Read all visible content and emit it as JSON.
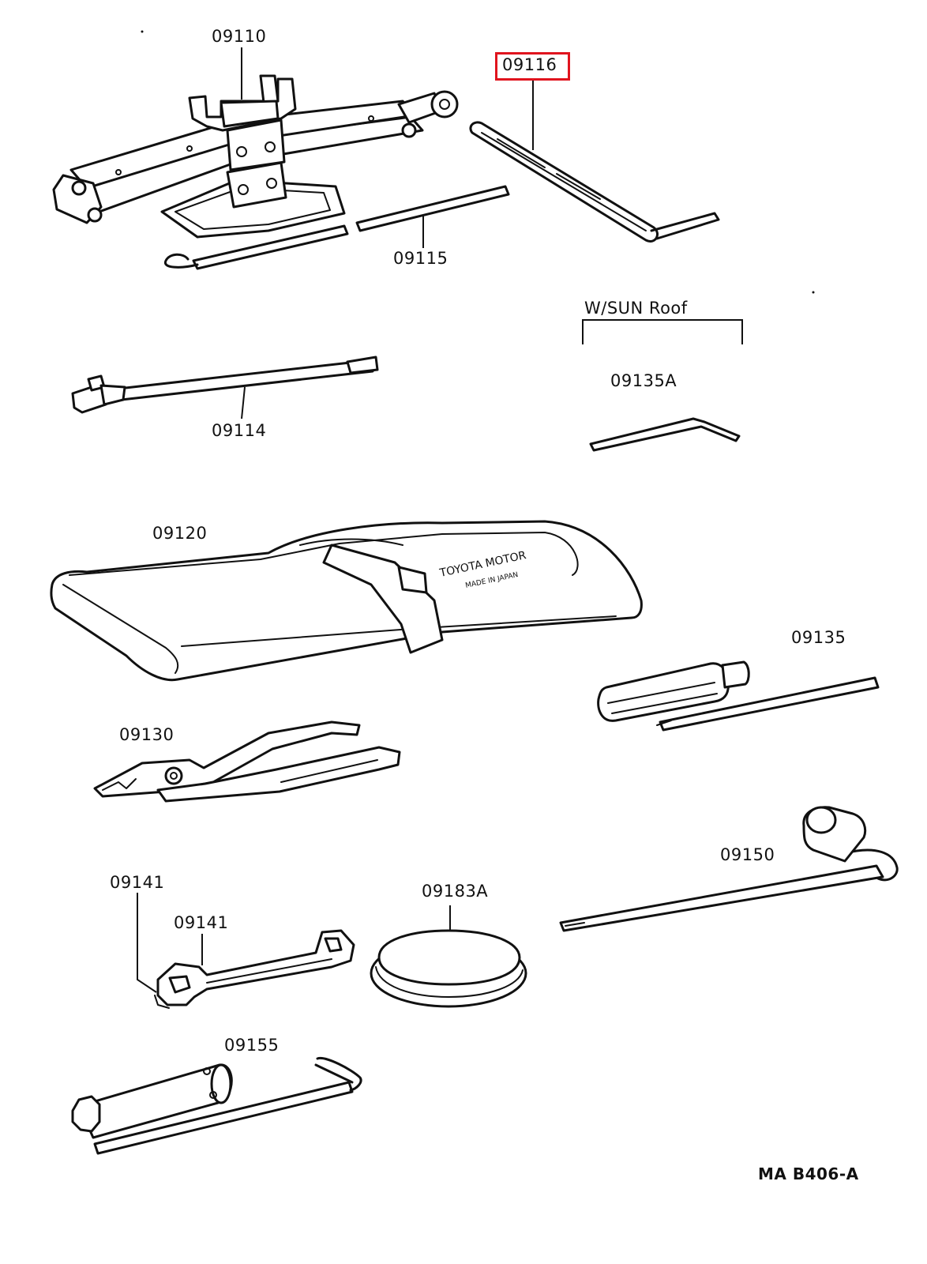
{
  "labels": {
    "p09110": "09110",
    "p09116": "09116",
    "p09115": "09115",
    "p09114": "09114",
    "sunroof_note": "W/SUN Roof",
    "p09135A": "09135A",
    "p09120": "09120",
    "p09135": "09135",
    "p09130": "09130",
    "p09150": "09150",
    "p09141_a": "09141",
    "p09141_b": "09141",
    "p09183A": "09183A",
    "p09155": "09155",
    "diagram_code": "MA B406-A"
  },
  "tool_bag_print": {
    "line1": "TOYOTA MOTOR",
    "line2": "MADE IN JAPAN"
  },
  "highlight": {
    "target": "09116",
    "color": "#e0141e"
  }
}
